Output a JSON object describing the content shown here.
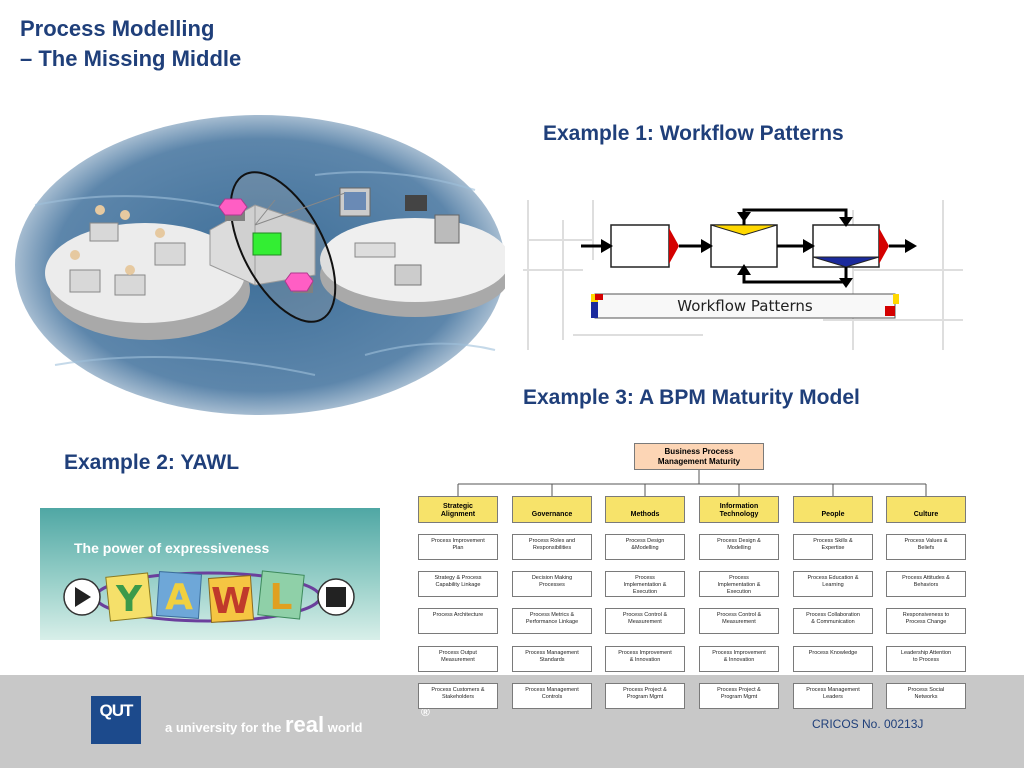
{
  "title": {
    "line1": "Process Modelling",
    "line2": "– The Missing Middle"
  },
  "headings": {
    "example1": "Example 1: Workflow Patterns",
    "example2": "Example 2: YAWL",
    "example3": "Example 3: A BPM Maturity Model"
  },
  "workflow_banner": "Workflow Patterns",
  "yawl": {
    "caption": "The power of expressiveness",
    "letters": [
      "Y",
      "A",
      "W",
      "L"
    ]
  },
  "maturity_model": {
    "root": [
      "Business Process",
      "Management Maturity"
    ],
    "columns": [
      {
        "header": [
          "Strategic",
          "Alignment"
        ],
        "cells": [
          [
            "Process Improvement",
            "Plan"
          ],
          [
            "Strategy & Process",
            "Capability Linkage"
          ],
          [
            "Process Architecture"
          ],
          [
            "Process Output",
            "Measurement"
          ],
          [
            "Process Customers &",
            "Stakeholders"
          ]
        ]
      },
      {
        "header": [
          "Governance"
        ],
        "cells": [
          [
            "Process Roles and",
            "Responsibilities"
          ],
          [
            "Decision Making",
            "Processes"
          ],
          [
            "Process Metrics &",
            "Performance Linkage"
          ],
          [
            "Process Management",
            "Standards"
          ],
          [
            "Process Management",
            "Controls"
          ]
        ]
      },
      {
        "header": [
          "Methods"
        ],
        "cells": [
          [
            "Process Design",
            "&Modelling"
          ],
          [
            "Process",
            "Implementation &",
            "Execution"
          ],
          [
            "Process Control &",
            "Measurement"
          ],
          [
            "Process Improvement",
            "& Innovation"
          ],
          [
            "Process Project &",
            "Program Mgmt"
          ]
        ]
      },
      {
        "header": [
          "Information",
          "Technology"
        ],
        "cells": [
          [
            "Process Design &",
            "Modelling"
          ],
          [
            "Process",
            "Implementation &",
            "Execution"
          ],
          [
            "Process Control &",
            "Measurement"
          ],
          [
            "Process Improvement",
            "& Innovation"
          ],
          [
            "Process Project &",
            "Program Mgmt"
          ]
        ]
      },
      {
        "header": [
          "People"
        ],
        "cells": [
          [
            "Process Skills &",
            "Expertise"
          ],
          [
            "Process Education &",
            "Learning"
          ],
          [
            "Process Collaboration",
            "& Communication"
          ],
          [
            "Process Knowledge"
          ],
          [
            "Process Management",
            "Leaders"
          ]
        ]
      },
      {
        "header": [
          "Culture"
        ],
        "cells": [
          [
            "Process Values &",
            "Beliefs"
          ],
          [
            "Process Attitudes &",
            "Behaviors"
          ],
          [
            "Responsiveness to",
            "Process Change"
          ],
          [
            "Leadership Attention",
            "to Process"
          ],
          [
            "Process Social",
            "Networks"
          ]
        ]
      }
    ]
  },
  "footer": {
    "logo": "QUT",
    "tagline_prefix": "a university for the",
    "tagline_real": "real",
    "tagline_suffix": "world",
    "registered": "®",
    "cricos": "CRICOS No. 00213J"
  },
  "colors": {
    "heading": "#1f3f7a",
    "footer_bg": "#c8c8c8",
    "mm_root": "#fcd5b5",
    "mm_header": "#f7e36a"
  }
}
